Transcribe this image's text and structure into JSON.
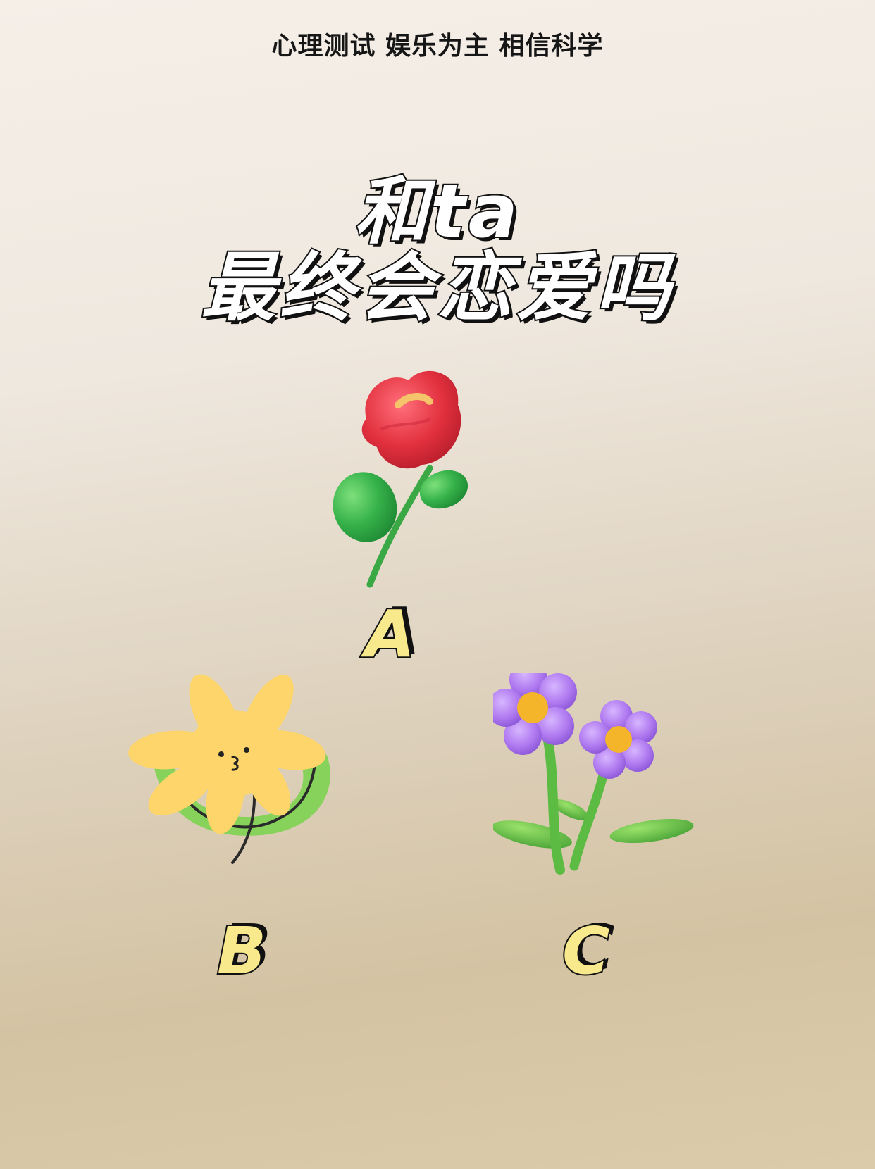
{
  "header": {
    "subtitle": "心理测试 娱乐为主 相信科学"
  },
  "title": {
    "line1": "和ta",
    "line2": "最终会恋爱吗"
  },
  "options": [
    {
      "letter": "A",
      "icon": "red-tulip-icon"
    },
    {
      "letter": "B",
      "icon": "yellow-lily-icon"
    },
    {
      "letter": "C",
      "icon": "purple-flowers-icon"
    }
  ],
  "colors": {
    "letter_fill": "#f8e98c",
    "outline": "#111111",
    "tulip_red": "#e2303e",
    "leaf_green": "#36b24a",
    "lily_yellow": "#fdd56a",
    "petal_purple": "#b07af0"
  }
}
